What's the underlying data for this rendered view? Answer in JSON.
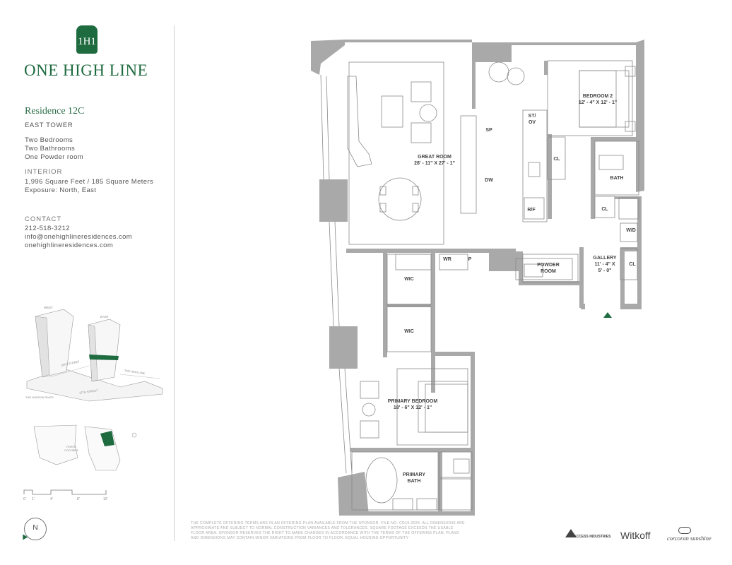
{
  "brand": {
    "name": "ONE HIGH LINE",
    "mark": "1H1"
  },
  "residence": {
    "title": "Residence 12C",
    "tower": "EAST TOWER",
    "features": [
      "Two Bedrooms",
      "Two Bathrooms",
      "One Powder room"
    ]
  },
  "interior": {
    "heading": "INTERIOR",
    "area": "1,996 Square Feet / 185 Square Meters",
    "exposure": "Exposure: North, East"
  },
  "contact": {
    "heading": "CONTACT",
    "phone": "212-518-3212",
    "email": "info@onehighlineresidences.com",
    "website": "onehighlineresidences.com"
  },
  "site_map": {
    "west": "WEST",
    "east": "EAST",
    "street_18": "18TH STREET",
    "street_17": "17TH STREET",
    "high_line": "THE HIGH LINE",
    "hudson": "THE HUDSON RIVER",
    "porte_cochere": "PORTE COCHERE"
  },
  "scale": {
    "marks": [
      "0'",
      "1'",
      "4'",
      "8'",
      "12'"
    ]
  },
  "compass": "N",
  "rooms": {
    "great_room": {
      "name": "GREAT ROOM",
      "dims": "28' - 11\" X 27' - 1\""
    },
    "bedroom2": {
      "name": "BEDROOM 2",
      "dims": "12' - 4\" X 12' - 1\""
    },
    "primary_bedroom": {
      "name": "PRIMARY BEDROOM",
      "dims": "18' - 6\" X 12' - 1\""
    },
    "gallery": {
      "name": "GALLERY",
      "dims1": "11' - 4\" X",
      "dims2": "5' - 0\""
    },
    "powder": {
      "name1": "POWDER",
      "name2": "ROOM"
    },
    "primary_bath": {
      "name1": "PRIMARY",
      "name2": "BATH"
    },
    "bath": "BATH",
    "wic": "WIC",
    "cl": "CL",
    "wd": "W/D",
    "wr": "WR",
    "p": "P",
    "st_ov1": "ST/",
    "st_ov2": "OV",
    "sp": "SP",
    "dw": "DW",
    "rf": "R/F"
  },
  "disclaimer": "THE COMPLETE OFFERING TERMS ARE IN AN OFFERING PLAN AVAILABLE FROM THE SPONSOR. FILE NO. CD19-0034. ALL DIMENSIONS ARE APPROXIMATE AND SUBJECT TO NORMAL CONSTRUCTION VARIANCES AND TOLERANCES. SQUARE FOOTAGE EXCEEDS THE USABLE FLOOR AREA. SPONSOR RESERVES THE RIGHT TO MAKE CHANGES IN ACCORDANCE WITH THE TERMS OF THE OFFERING PLAN. PLANS AND DIMENSIONS MAY CONTAIN MINOR VARIATIONS FROM FLOOR TO FLOOR. EQUAL HOUSING OPPORTUNITY",
  "partners": {
    "access": "ACCESS INDUSTRIES",
    "witkoff": "Witkoff",
    "corcoran": "corcoran sunshine"
  },
  "colors": {
    "brand_green": "#1f6b40",
    "wall": "#a9a9a9",
    "line": "#8a8a8a"
  }
}
